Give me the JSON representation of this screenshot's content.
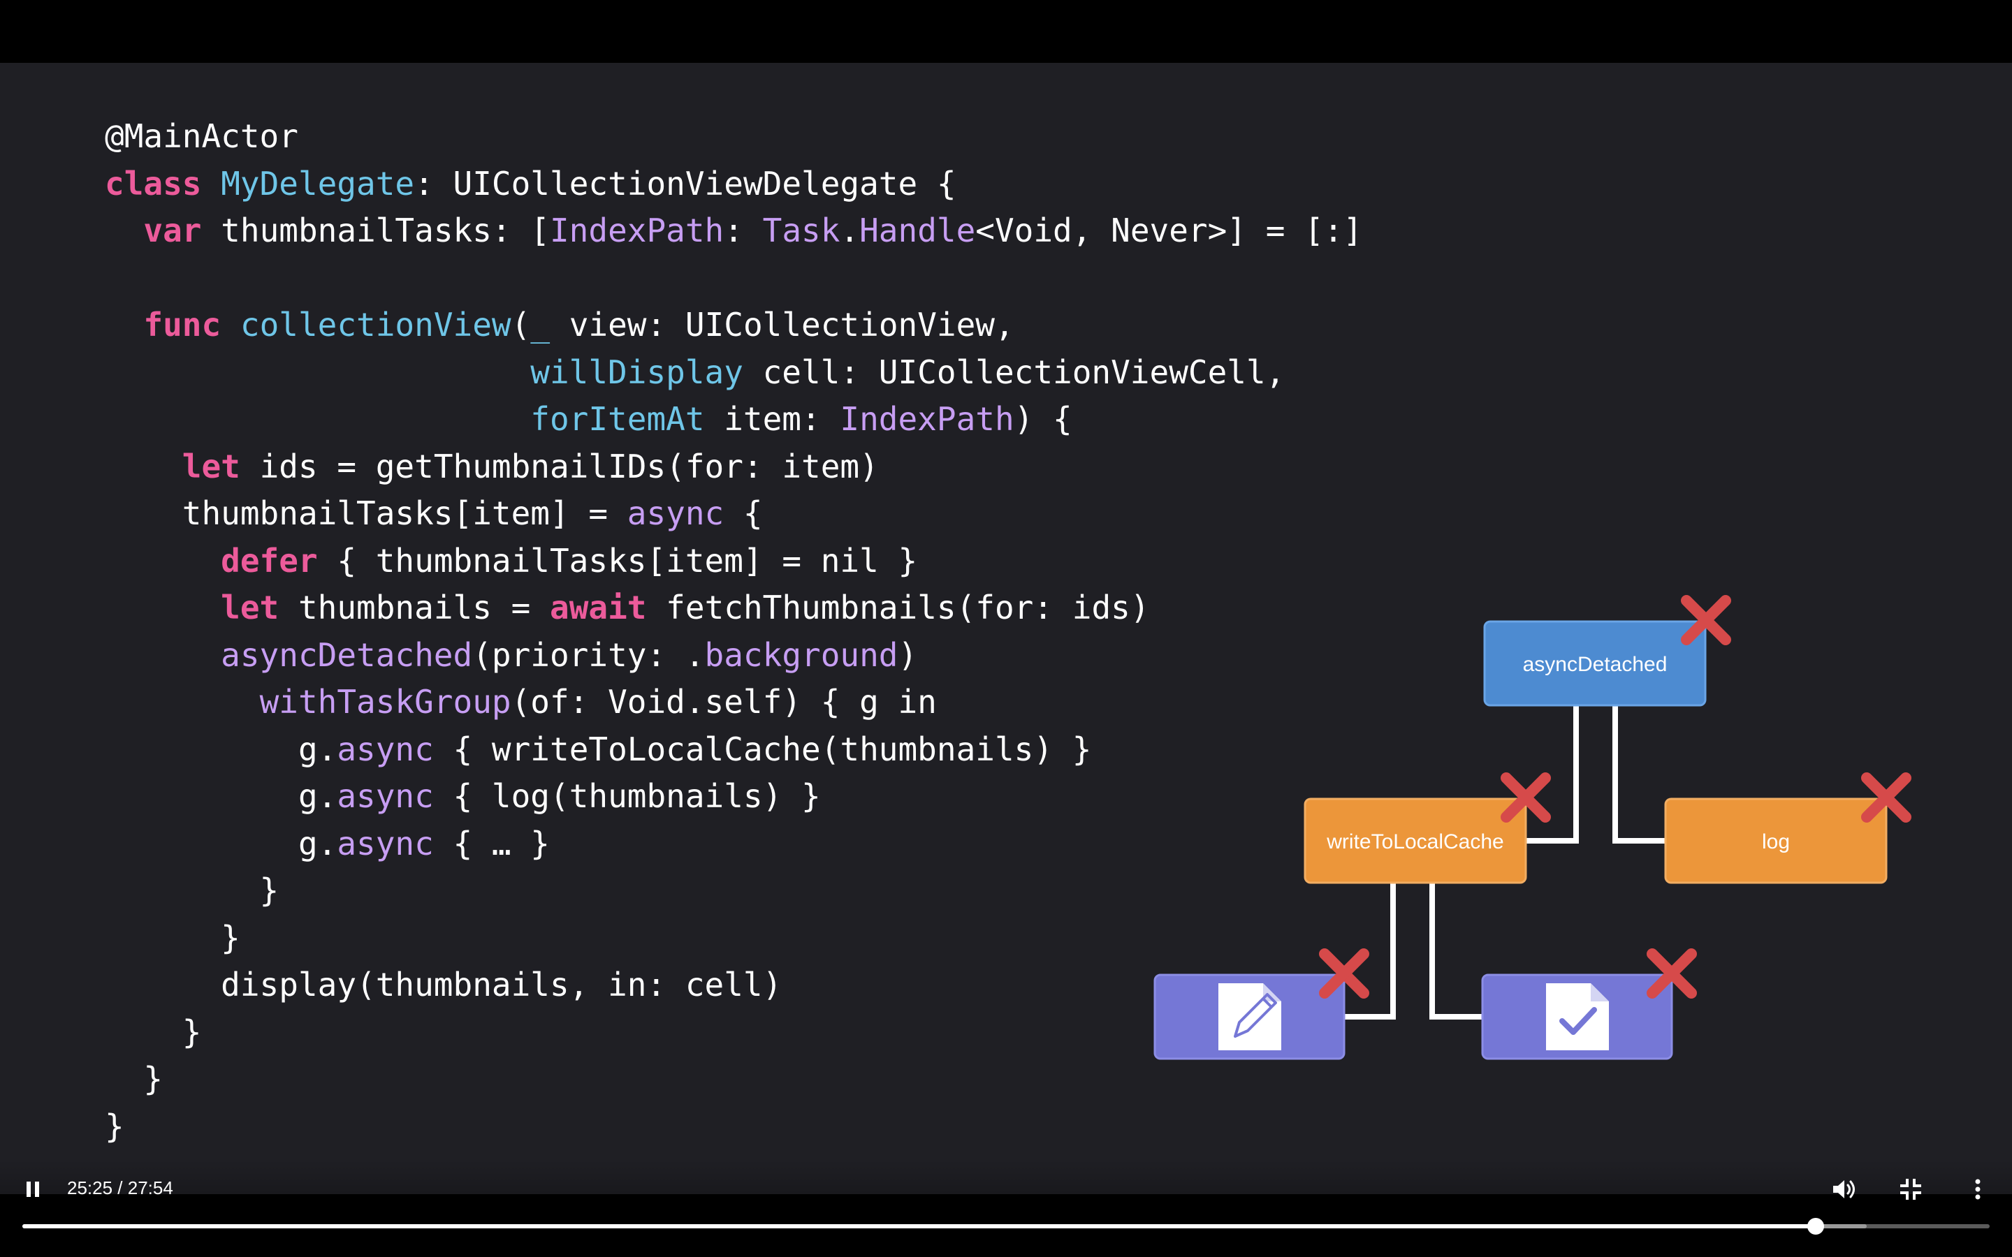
{
  "code_lines": [
    [
      {
        "t": "@MainActor",
        "c": ""
      }
    ],
    [
      {
        "t": "class",
        "c": "kw"
      },
      {
        "t": " ",
        "c": ""
      },
      {
        "t": "MyDelegate",
        "c": "ty"
      },
      {
        "t": ": UICollectionViewDelegate {",
        "c": ""
      }
    ],
    [
      {
        "t": "  ",
        "c": ""
      },
      {
        "t": "var",
        "c": "kw"
      },
      {
        "t": " thumbnailTasks: [",
        "c": ""
      },
      {
        "t": "IndexPath",
        "c": "pu"
      },
      {
        "t": ": ",
        "c": ""
      },
      {
        "t": "Task",
        "c": "pu"
      },
      {
        "t": ".",
        "c": ""
      },
      {
        "t": "Handle",
        "c": "pu"
      },
      {
        "t": "<Void, Never>] = [:]",
        "c": ""
      }
    ],
    [],
    [
      {
        "t": "  ",
        "c": ""
      },
      {
        "t": "func",
        "c": "kw"
      },
      {
        "t": " ",
        "c": ""
      },
      {
        "t": "collectionView",
        "c": "ty"
      },
      {
        "t": "(",
        "c": ""
      },
      {
        "t": "_",
        "c": "ty"
      },
      {
        "t": " view: UICollectionView,",
        "c": ""
      }
    ],
    [
      {
        "t": "                      ",
        "c": ""
      },
      {
        "t": "willDisplay",
        "c": "ty"
      },
      {
        "t": " cell: UICollectionViewCell,",
        "c": ""
      }
    ],
    [
      {
        "t": "                      ",
        "c": ""
      },
      {
        "t": "forItemAt",
        "c": "ty"
      },
      {
        "t": " item: ",
        "c": ""
      },
      {
        "t": "IndexPath",
        "c": "pu"
      },
      {
        "t": ") {",
        "c": ""
      }
    ],
    [
      {
        "t": "    ",
        "c": ""
      },
      {
        "t": "let",
        "c": "kw"
      },
      {
        "t": " ids = getThumbnailIDs(for: item)",
        "c": ""
      }
    ],
    [
      {
        "t": "    thumbnailTasks[item] = ",
        "c": ""
      },
      {
        "t": "async",
        "c": "pu"
      },
      {
        "t": " {",
        "c": ""
      }
    ],
    [
      {
        "t": "      ",
        "c": ""
      },
      {
        "t": "defer",
        "c": "kw"
      },
      {
        "t": " { thumbnailTasks[item] = nil }",
        "c": ""
      }
    ],
    [
      {
        "t": "      ",
        "c": ""
      },
      {
        "t": "let",
        "c": "kw"
      },
      {
        "t": " thumbnails = ",
        "c": ""
      },
      {
        "t": "await",
        "c": "kw"
      },
      {
        "t": " fetchThumbnails(for: ids)",
        "c": ""
      }
    ],
    [
      {
        "t": "      ",
        "c": ""
      },
      {
        "t": "asyncDetached",
        "c": "pu"
      },
      {
        "t": "(priority: .",
        "c": ""
      },
      {
        "t": "background",
        "c": "pu"
      },
      {
        "t": ")",
        "c": ""
      }
    ],
    [
      {
        "t": "        ",
        "c": ""
      },
      {
        "t": "withTaskGroup",
        "c": "pu"
      },
      {
        "t": "(of: Void.self) { g in",
        "c": ""
      }
    ],
    [
      {
        "t": "          g.",
        "c": ""
      },
      {
        "t": "async",
        "c": "pu"
      },
      {
        "t": " { writeToLocalCache(thumbnails) }",
        "c": ""
      }
    ],
    [
      {
        "t": "          g.",
        "c": ""
      },
      {
        "t": "async",
        "c": "pu"
      },
      {
        "t": " { log(thumbnails) }",
        "c": ""
      }
    ],
    [
      {
        "t": "          g.",
        "c": ""
      },
      {
        "t": "async",
        "c": "pu"
      },
      {
        "t": " { … }",
        "c": ""
      }
    ],
    [
      {
        "t": "        }",
        "c": ""
      }
    ],
    [
      {
        "t": "      }",
        "c": ""
      }
    ],
    [
      {
        "t": "      display(thumbnails, in: cell)",
        "c": ""
      }
    ],
    [
      {
        "t": "    }",
        "c": ""
      }
    ],
    [
      {
        "t": "  }",
        "c": ""
      }
    ],
    [
      {
        "t": "}",
        "c": ""
      }
    ]
  ],
  "diagram": {
    "colors": {
      "blue": "#4d8bd1",
      "orange": "#ec963a",
      "purple": "#7577d6",
      "cancel": "#d64a4a",
      "connector": "#ffffff"
    },
    "nodes": {
      "async_detached": {
        "label": "asyncDetached",
        "status": "cancelled"
      },
      "write_to_local_cache": {
        "label": "writeToLocalCache",
        "status": "cancelled"
      },
      "log": {
        "label": "log",
        "status": "cancelled"
      },
      "write_file": {
        "icon": "document-pencil-icon",
        "status": "cancelled"
      },
      "verify_file": {
        "icon": "document-checkmark-icon",
        "status": "cancelled"
      }
    }
  },
  "player": {
    "time_display": "25:25 / 27:54",
    "progress_fraction": 0.9115,
    "buffer_fraction": 0.9375,
    "state": "playing",
    "icons": {
      "play_pause": "pause-icon",
      "volume": "volume-icon",
      "fullscreen": "exit-fullscreen-icon",
      "menu": "more-vert-icon"
    }
  }
}
